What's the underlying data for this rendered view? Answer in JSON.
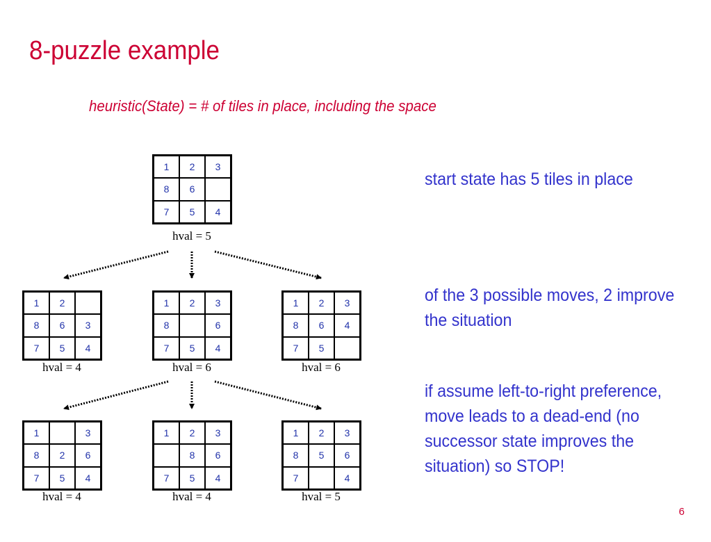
{
  "slide": {
    "title": "8-puzzle example",
    "subtitle": "heuristic(State) = # of tiles in place, including the space",
    "page_number": "6"
  },
  "boards": [
    {
      "id": "start",
      "cells": [
        "1",
        "2",
        "3",
        "8",
        "6",
        "",
        "7",
        "5",
        "4"
      ],
      "hval": "hval = 5"
    },
    {
      "id": "l1-left",
      "cells": [
        "1",
        "2",
        "",
        "8",
        "6",
        "3",
        "7",
        "5",
        "4"
      ],
      "hval": "hval = 4"
    },
    {
      "id": "l1-middle",
      "cells": [
        "1",
        "2",
        "3",
        "8",
        "",
        "6",
        "7",
        "5",
        "4"
      ],
      "hval": "hval = 6"
    },
    {
      "id": "l1-right",
      "cells": [
        "1",
        "2",
        "3",
        "8",
        "6",
        "4",
        "7",
        "5",
        ""
      ],
      "hval": "hval = 6"
    },
    {
      "id": "l2-left",
      "cells": [
        "1",
        "",
        "3",
        "8",
        "2",
        "6",
        "7",
        "5",
        "4"
      ],
      "hval": "hval = 4"
    },
    {
      "id": "l2-middle",
      "cells": [
        "1",
        "2",
        "3",
        "",
        "8",
        "6",
        "7",
        "5",
        "4"
      ],
      "hval": "hval = 4"
    },
    {
      "id": "l2-right",
      "cells": [
        "1",
        "2",
        "3",
        "8",
        "5",
        "6",
        "7",
        "",
        "4"
      ],
      "hval": "hval = 5"
    }
  ],
  "notes": {
    "start": "start state has 5 tiles in place",
    "moves": "of the 3 possible moves, 2 improve the situation",
    "stop": "if assume left-to-right preference, move leads to a dead-end (no successor state improves the situation) so STOP!"
  }
}
